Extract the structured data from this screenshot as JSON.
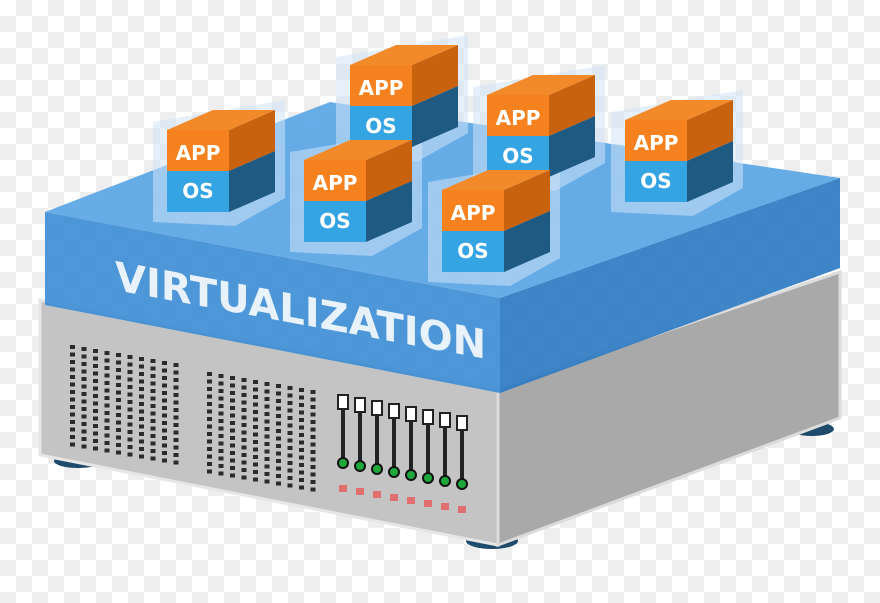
{
  "label": "VIRTUALIZATION",
  "vm_boxes": [
    {
      "app": "APP",
      "os": "OS"
    },
    {
      "app": "APP",
      "os": "OS"
    },
    {
      "app": "APP",
      "os": "OS"
    },
    {
      "app": "APP",
      "os": "OS"
    },
    {
      "app": "APP",
      "os": "OS"
    },
    {
      "app": "APP",
      "os": "OS"
    }
  ],
  "colors": {
    "app": "#f5821f",
    "os": "#35a4e3",
    "virtualization": "#3f8fd6",
    "server": "#c9c9c9"
  },
  "drive_bays": 8
}
